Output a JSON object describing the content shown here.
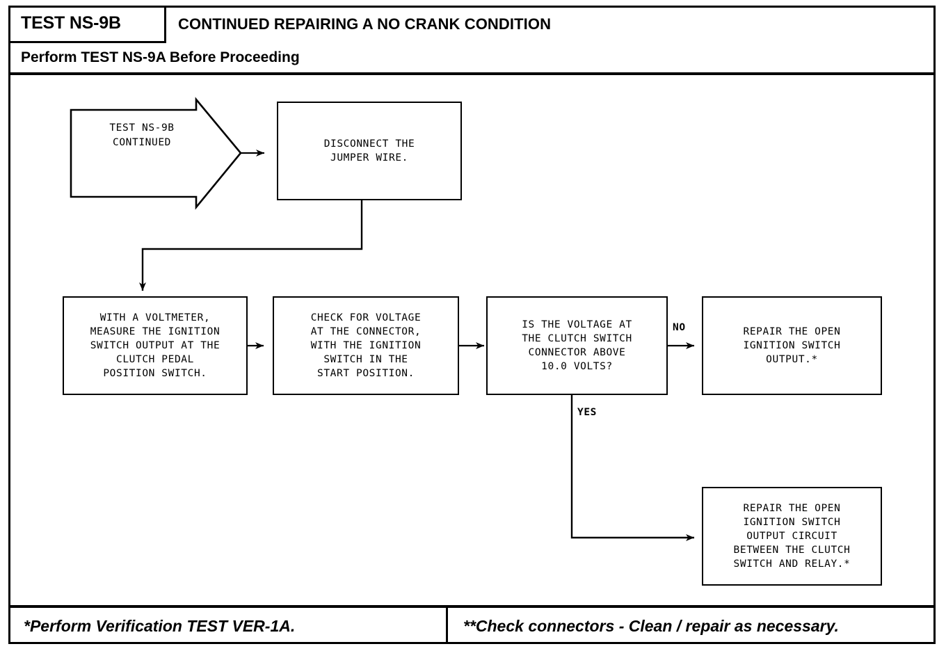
{
  "header": {
    "test_id": "TEST NS-9B",
    "title": "CONTINUED REPAIRING A NO CRANK CONDITION",
    "subtitle": "Perform TEST NS-9A Before Proceeding"
  },
  "flow": {
    "start": {
      "label": "TEST NS-9B\nCONTINUED"
    },
    "nodes": [
      {
        "id": "disconnect-jumper",
        "text": "DISCONNECT THE\nJUMPER WIRE."
      },
      {
        "id": "measure-ignition-output",
        "text": "WITH A VOLTMETER,\nMEASURE THE IGNITION\nSWITCH OUTPUT AT THE\nCLUTCH PEDAL\nPOSITION SWITCH."
      },
      {
        "id": "check-voltage-connector",
        "text": "CHECK FOR VOLTAGE\nAT THE CONNECTOR,\nWITH THE IGNITION\nSWITCH IN THE\nSTART POSITION."
      },
      {
        "id": "voltage-decision",
        "text": "IS THE VOLTAGE AT\nTHE CLUTCH SWITCH\nCONNECTOR ABOVE\n10.0 VOLTS?"
      },
      {
        "id": "repair-open-output",
        "text": "REPAIR THE OPEN\nIGNITION SWITCH\nOUTPUT.*"
      },
      {
        "id": "repair-open-circuit",
        "text": "REPAIR THE OPEN\nIGNITION SWITCH\nOUTPUT CIRCUIT\nBETWEEN THE CLUTCH\nSWITCH AND RELAY.*"
      }
    ],
    "branches": {
      "no": "NO",
      "yes": "YES"
    }
  },
  "footer": {
    "left": "*Perform Verification TEST VER-1A.",
    "right": "**Check connectors - Clean / repair as necessary."
  },
  "colors": {
    "ink": "#000000",
    "paper": "#ffffff"
  }
}
